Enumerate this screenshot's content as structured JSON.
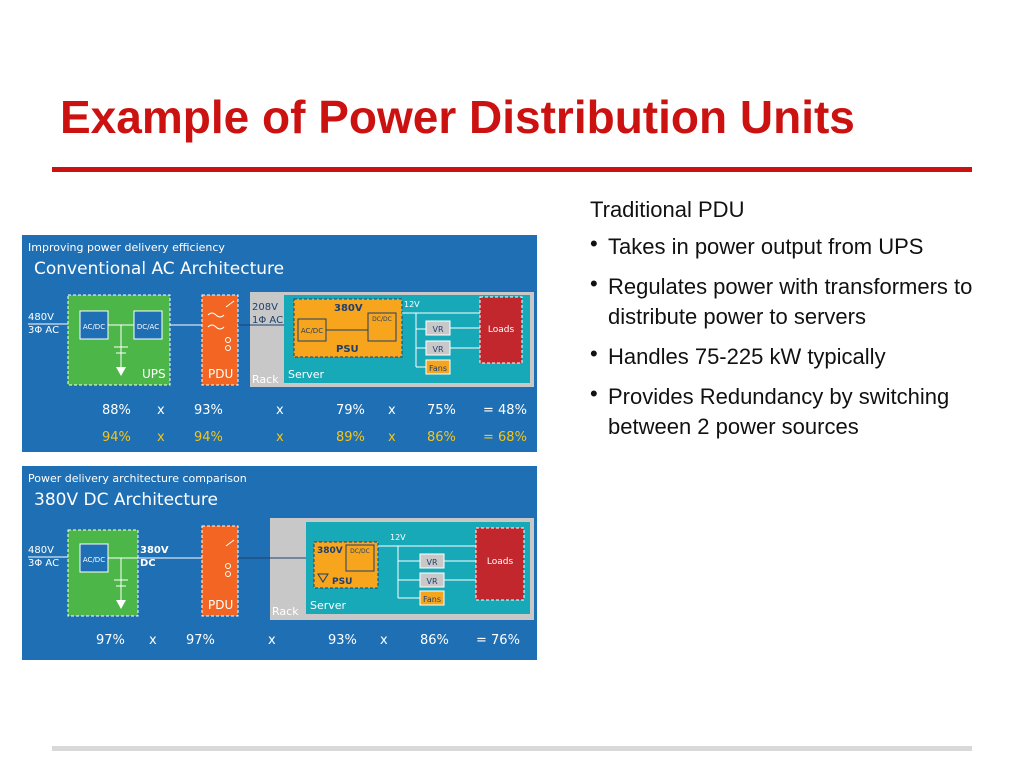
{
  "slide": {
    "title": "Example of Power Distribution Units"
  },
  "diagram_ac": {
    "header": "Improving power delivery efficiency",
    "subtitle": "Conventional AC Architecture",
    "input_voltage": "480V",
    "input_phase": "3Φ AC",
    "ups_acdc": "AC/DC",
    "ups_dcac": "DC/AC",
    "ups_label": "UPS",
    "pdu_label": "PDU",
    "rack_voltage": "208V",
    "rack_phase": "1Φ AC",
    "rack_label": "Rack",
    "server_label": "Server",
    "psu_voltage": "380V",
    "psu_acdc": "AC/DC",
    "psu_dcdc": "DC/DC",
    "psu_label": "PSU",
    "rail_voltage": "12V",
    "vr1": "VR",
    "vr2": "VR",
    "fans": "Fans",
    "loads": "Loads",
    "efficiency_rows": [
      [
        "88%",
        "x",
        "93%",
        "x",
        "79%",
        "x",
        "75%",
        "= 48%"
      ],
      [
        "94%",
        "x",
        "94%",
        "x",
        "89%",
        "x",
        "86%",
        "= 68%"
      ]
    ],
    "colors": {
      "row1": "#ffffff",
      "row2": "#f5c518"
    }
  },
  "diagram_dc": {
    "header": "Power delivery architecture comparison",
    "subtitle": "380V DC Architecture",
    "input_voltage": "480V",
    "input_phase": "3Φ AC",
    "rect_acdc": "AC/DC",
    "output_voltage": "380V",
    "output_type": "DC",
    "pdu_label": "PDU",
    "rack_label": "Rack",
    "server_label": "Server",
    "psu_voltage": "380V",
    "psu_dcdc": "DC/DC",
    "psu_label": "PSU",
    "rail_voltage": "12V",
    "vr1": "VR",
    "vr2": "VR",
    "fans": "Fans",
    "loads": "Loads",
    "efficiency_rows": [
      [
        "97%",
        "x",
        "97%",
        "x",
        "93%",
        "x",
        "86%",
        "= 76%"
      ]
    ]
  },
  "text": {
    "heading": "Traditional PDU",
    "bullets": [
      "Takes in power output from UPS",
      "Regulates power with transformers to distribute power to servers",
      "Handles 75-225 kW typically",
      "Provides Redundancy by switching between 2 power sources"
    ],
    "bullet_glyph": "•"
  },
  "colors": {
    "title": "#cc1111",
    "panel": "#1f6fb5",
    "ups_green": "#4cb748",
    "pdu_orange": "#f26522",
    "rack_gray": "#c8c8c8",
    "server_teal": "#17a9b7",
    "psu_orange": "#f7a51c",
    "loads_red": "#c1272d"
  }
}
